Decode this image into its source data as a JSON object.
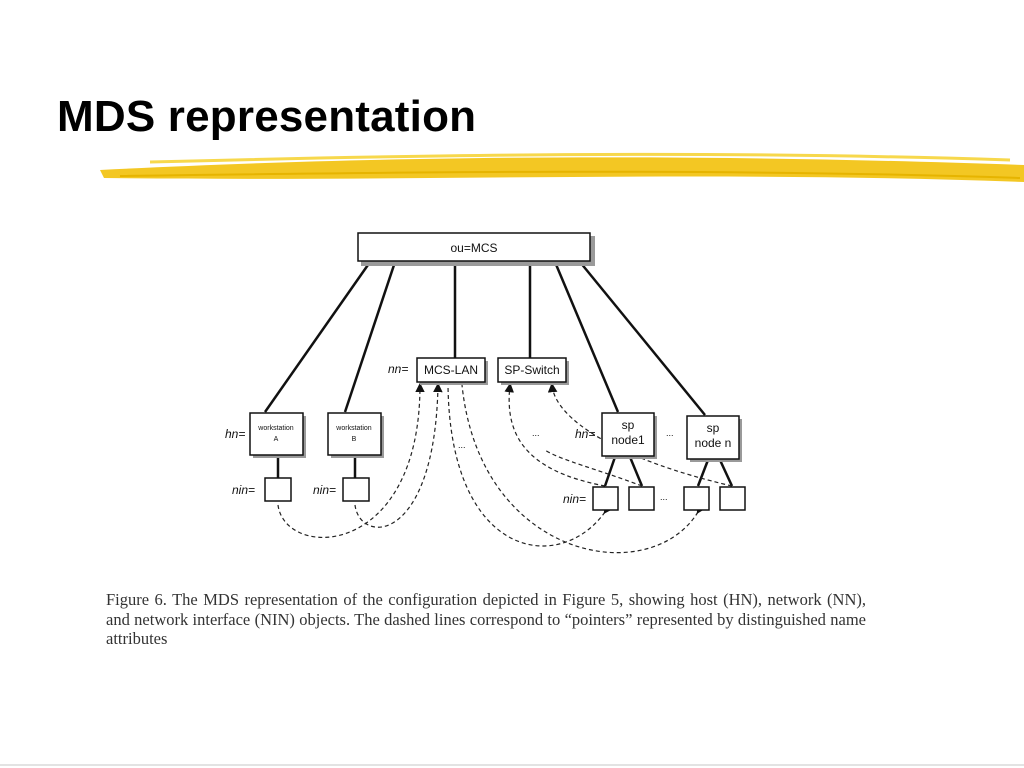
{
  "slide": {
    "title": "MDS representation",
    "accent_color": "#f2c417"
  },
  "diagram": {
    "root": "ou=MCS",
    "network_prefix": "nn=",
    "networks": [
      "MCS-LAN",
      "SP-Switch"
    ],
    "host_prefix": "hn=",
    "hosts": [
      {
        "line1": "workstation",
        "line2": "A"
      },
      {
        "line1": "workstation",
        "line2": "B"
      },
      {
        "line1": "sp",
        "line2": "node1"
      },
      {
        "line1": "sp",
        "line2": "node n"
      }
    ],
    "nin_prefix": "nin=",
    "ellipsis": "..."
  },
  "caption": "Figure 6. The MDS representation of the configuration depicted in Figure 5, showing host (HN), network (NN), and network interface (NIN) objects. The dashed lines correspond to “pointers” represented by distinguished name attributes"
}
